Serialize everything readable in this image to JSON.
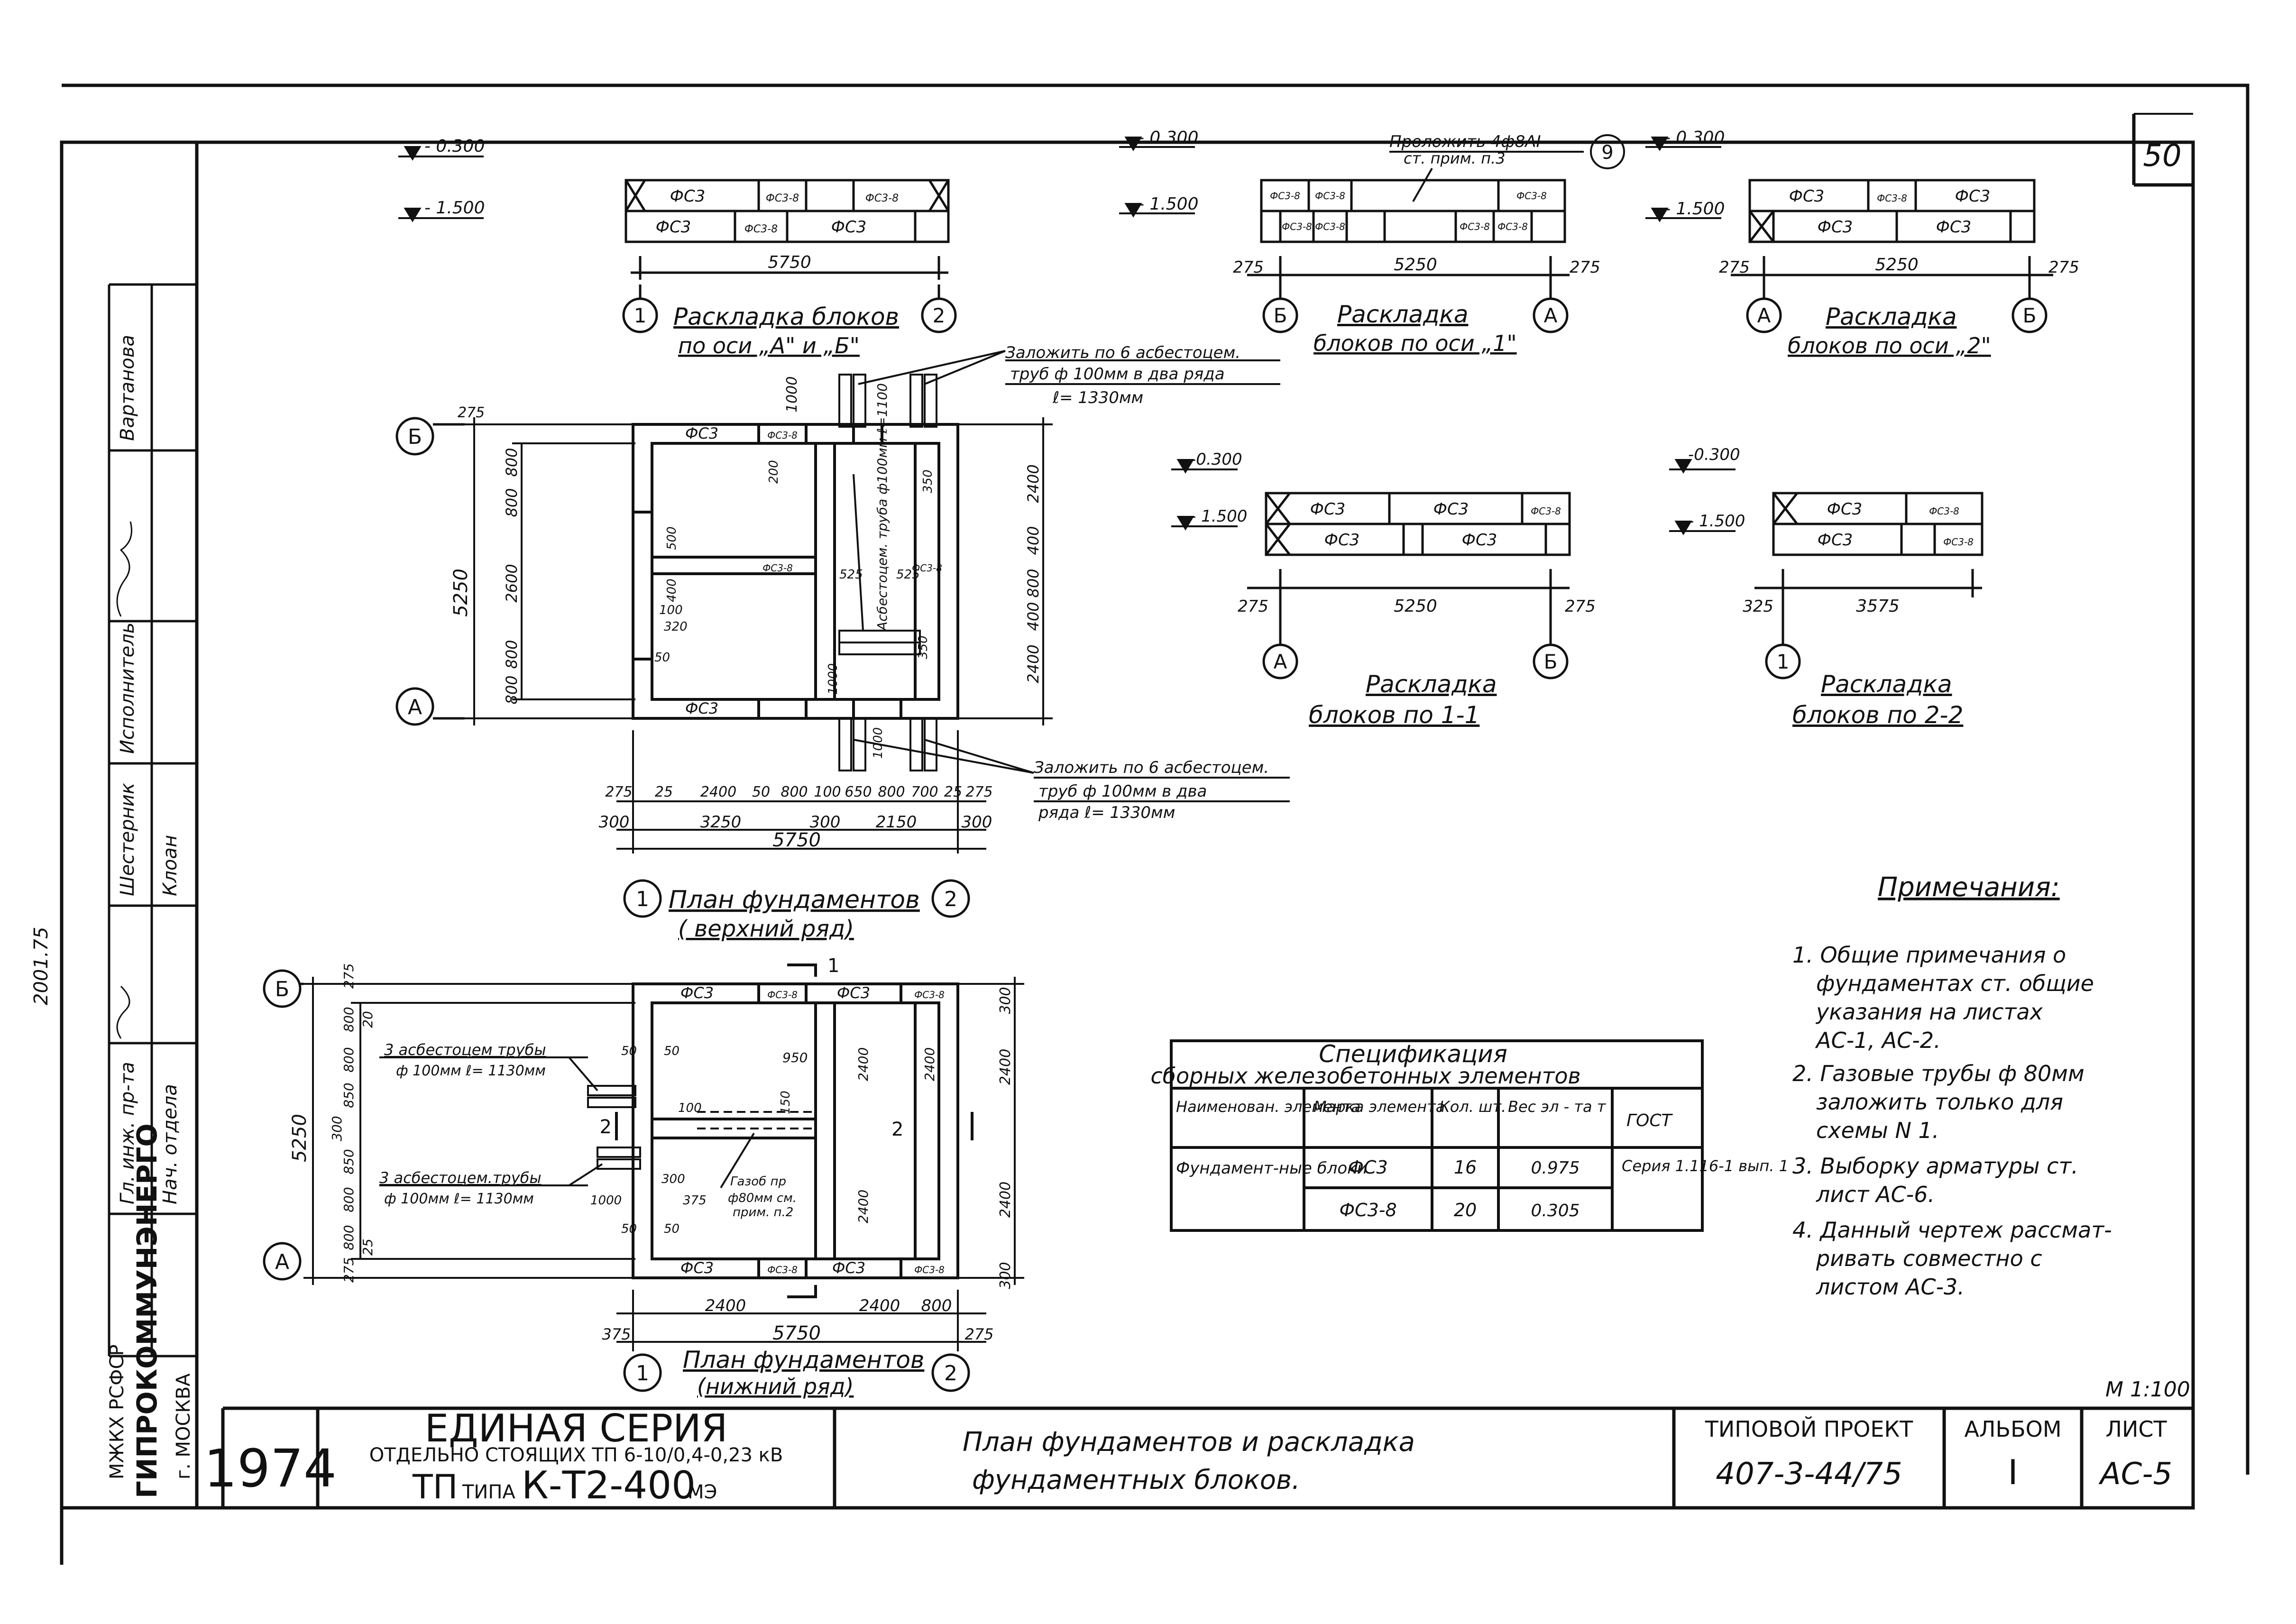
{
  "sheet_number": "50",
  "scale": "М 1:100",
  "title_block": {
    "year": "1974",
    "series_big": "ЕДИНАЯ   СЕРИЯ",
    "series_sub": "ОТДЕЛЬНО СТОЯЩИХ ТП 6-10/0,4-0,23 кВ",
    "tp_prefix": "ТП",
    "tp_type_word": "ТИПА",
    "tp_type": "К-Т2-400",
    "tp_suffix": "МЭ",
    "drawing_title_1": "План фундаментов и раскладка",
    "drawing_title_2": "фундаментных блоков.",
    "typical_project_label": "ТИПОВОЙ ПРОЕКТ",
    "typical_project_value": "407-3-44/75",
    "album_label": "АЛЬБОМ",
    "album_value": "I",
    "sheet_label": "ЛИСТ",
    "sheet_value": "АС-5"
  },
  "left_strip": {
    "org_1": "МЖКХ РСФСР",
    "org_2": "ГИПРОКОММУНЭНЕРГО",
    "org_3": "г. МОСКВА",
    "roles": [
      "Гл. инж. пр-та",
      "Нач. отдела",
      "Исполнитель",
      "Шестерник",
      "Клоан",
      "Вартанова"
    ],
    "margin_note": "2001.75"
  },
  "sections": {
    "axes_ab": {
      "title_1": "Раскладка блоков",
      "title_2": "по оси „А\" и „Б\"",
      "axis_left": "1",
      "axis_right": "2",
      "dim_total": "5750",
      "level_top": "- 0.300",
      "level_bottom": "- 1.500",
      "row1": [
        "ФС3",
        "ФС3-8",
        "ФС3-8"
      ],
      "row2": [
        "ФС3",
        "ФС3-8",
        "ФС3"
      ]
    },
    "axis_1": {
      "title_1": "Раскладка",
      "title_2": "блоков по оси „1\"",
      "axis_left": "Б",
      "axis_right": "А",
      "dim_left": "275",
      "dim_total": "5250",
      "dim_right": "275",
      "level_top": "- 0.300",
      "level_bottom": "- 1.500",
      "note_1": "Проложить 4ф8АI",
      "note_2": "ст. прим. п.3",
      "note_marker": "9",
      "blocks": [
        "ФС3-8",
        "ФС3-8",
        "ФС3-8",
        "ФС3-8",
        "ФС3-8",
        "ФС3-8",
        "ФС3-8"
      ]
    },
    "axis_2": {
      "title_1": "Раскладка",
      "title_2": "блоков по оси „2\"",
      "axis_left": "А",
      "axis_right": "Б",
      "dim_left": "275",
      "dim_total": "5250",
      "dim_right": "275",
      "level_top": "- 0.300",
      "level_bottom": "- 1.500",
      "row1": [
        "ФС3",
        "ФС3-8",
        "ФС3"
      ],
      "row2": [
        "ФС3",
        "ФС3"
      ]
    },
    "section_1_1": {
      "title_1": "Раскладка",
      "title_2": "блоков по 1-1",
      "axis_left": "А",
      "axis_right": "Б",
      "dim_left": "275",
      "dim_total": "5250",
      "dim_right": "275",
      "level_top": "-0.300",
      "level_bottom": "- 1.500",
      "row1": [
        "ФС3",
        "ФС3",
        "ФС3-8"
      ],
      "row2": [
        "ФС3",
        "ФС3"
      ]
    },
    "section_2_2": {
      "title_1": "Раскладка",
      "title_2": "блоков по 2-2",
      "axis_left": "1",
      "dim_left": "325",
      "dim_total": "3575",
      "level_top": "-0.300",
      "level_bottom": "- 1.500",
      "row1": [
        "ФС3",
        "ФС3-8"
      ],
      "row2": [
        "ФС3",
        "ФС3-8"
      ]
    },
    "plan_top": {
      "title_1": "План фундаментов",
      "title_2": "( верхний  ряд)",
      "axis_1": "1",
      "axis_2": "2",
      "axis_a": "А",
      "axis_b": "Б",
      "dim_vertical_total": "5250",
      "dim_vertical_parts": [
        "800",
        "800",
        "2600",
        "800",
        "800"
      ],
      "dim_right_parts": [
        "2400",
        "400",
        "800",
        "400",
        "2400"
      ],
      "dim_bottom_row1": [
        "275",
        "25",
        "2400",
        "50",
        "800",
        "100",
        "650",
        "800",
        "700",
        "25",
        "275"
      ],
      "dim_bottom_row2": [
        "300",
        "3250",
        "300",
        "2150",
        "300"
      ],
      "dim_total": "5750",
      "top_dims": [
        "275",
        "1000"
      ],
      "inner_dims": [
        "200",
        "350",
        "525",
        "525",
        "350",
        "100",
        "50",
        "500",
        "400",
        "320",
        "1000",
        "1000"
      ],
      "pipe_label": "Асбестоцем. труба ф100мм ℓ=1100",
      "note_top_1": "Заложить по 6 асбестоцем.",
      "note_top_2": "труб ф 100мм в два ряда",
      "note_top_3": "ℓ= 1330мм",
      "note_bottom_1": "Заложить по 6 асбестоцем.",
      "note_bottom_2": "труб  ф  100мм  в два",
      "note_bottom_3": "ряда    ℓ= 1330мм",
      "blocks": [
        "ФС3",
        "ФС3-8",
        "ФС3",
        "ФС3-8",
        "ФС3-8"
      ]
    },
    "plan_bottom": {
      "title_1": "План фундаментов",
      "title_2": "(нижний  ряд)",
      "axis_1": "1",
      "axis_2": "2",
      "axis_a": "А",
      "axis_b": "Б",
      "section_mark_1": "1",
      "section_mark_2": "2",
      "dim_vertical_total": "5250",
      "dim_vertical_parts": [
        "275",
        "800",
        "20",
        "800",
        "850",
        "300",
        "850",
        "800",
        "800",
        "25",
        "275"
      ],
      "dim_right_parts": [
        "300",
        "2400",
        "2400",
        "300"
      ],
      "dim_bottom_row1": [
        "2400",
        "2400",
        "800"
      ],
      "dim_bottom_row2": [
        "375",
        "5750",
        "275"
      ],
      "inner_dims": [
        "950",
        "2400",
        "2400",
        "2400",
        "50",
        "50",
        "100",
        "300",
        "50",
        "50",
        "1000",
        "375",
        "150"
      ],
      "pipe_note_1": "3 асбестоцем трубы",
      "pipe_note_2": "ф 100мм  ℓ= 1130мм",
      "pipe_note_3": "3 асбестоцем.трубы",
      "pipe_note_4": "ф 100мм  ℓ= 1130мм",
      "gas_note_1": "Газоб пр",
      "gas_note_2": "ф80мм см.",
      "gas_note_3": "прим. п.2",
      "blocks": [
        "ФС3",
        "ФС3-8",
        "ФС3",
        "ФС3-8",
        "ФС3",
        "ФС3-8",
        "ФС3",
        "ФС3-8"
      ]
    }
  },
  "spec_table": {
    "title_1": "Спецификация",
    "title_2": "сборных железобетонных элементов",
    "headers": [
      "Наименован. элемента",
      "Марка элемента",
      "Кол. шт.",
      "Вес эл - та т",
      "ГОСТ"
    ],
    "group_name": "Фундамент-ные блоки",
    "gost": "Серия 1.116-1 вып. 1",
    "rows": [
      {
        "mark": "ФС3",
        "qty": "16",
        "weight": "0.975"
      },
      {
        "mark": "ФС3-8",
        "qty": "20",
        "weight": "0.305"
      }
    ]
  },
  "notes": {
    "title": "Примечания:",
    "items": [
      [
        "1. Общие  примечания  о",
        "фундаментах  ст. общие",
        "указания  на  листах",
        "АС-1, АС-2."
      ],
      [
        "2. Газовые  трубы  ф 80мм",
        "заложить  только  для",
        "схемы  N 1."
      ],
      [
        "3. Выборку  арматуры  ст.",
        "лист  АС-6."
      ],
      [
        "4. Данный  чертеж  рассмат-",
        "ривать  совместно  с",
        "листом  АС-3."
      ]
    ]
  }
}
